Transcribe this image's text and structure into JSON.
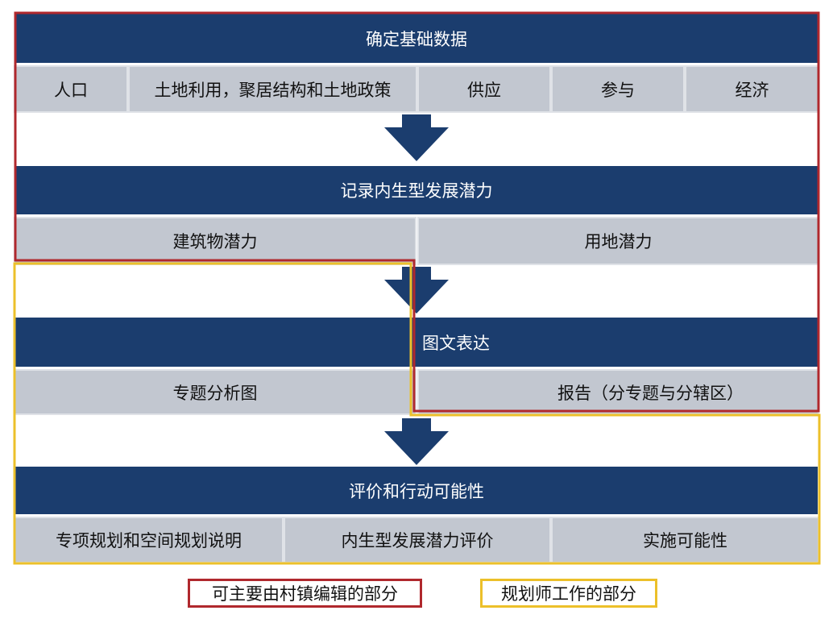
{
  "colors": {
    "header": "#1b3d6e",
    "cell": "#c2c7d0",
    "red_outline": "#b0282d",
    "yellow_outline": "#ecc02a"
  },
  "stages": [
    {
      "title": "确定基础数据",
      "items": [
        "人口",
        "土地利用，聚居结构和土地政策",
        "供应",
        "参与",
        "经济"
      ]
    },
    {
      "title": "记录内生型发展潜力",
      "items": [
        "建筑物潜力",
        "用地潜力"
      ]
    },
    {
      "title": "图文表达",
      "items": [
        "专题分析图",
        "报告（分专题与分辖区）"
      ]
    },
    {
      "title": "评价和行动可能性",
      "items": [
        "专项规划和空间规划说明",
        "内生型发展潜力评价",
        "实施可能性"
      ]
    }
  ],
  "legend": {
    "red": "可主要由村镇编辑的部分",
    "yellow": "规划师工作的部分"
  }
}
